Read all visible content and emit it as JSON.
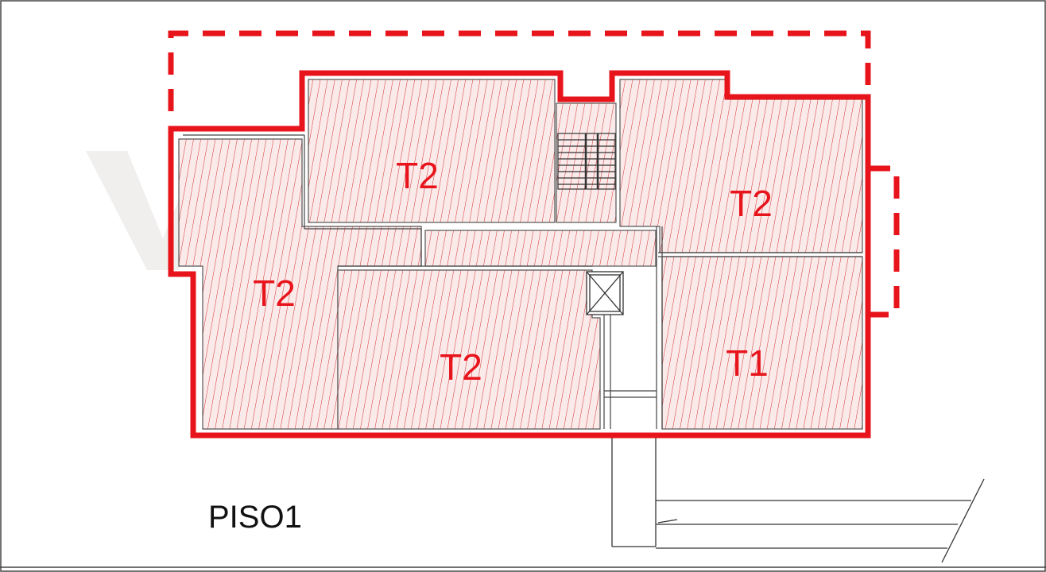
{
  "floor_label": "PISO1",
  "units": [
    {
      "id": "top-left",
      "label": "T2"
    },
    {
      "id": "top-right",
      "label": "T2"
    },
    {
      "id": "left",
      "label": "T2"
    },
    {
      "id": "center",
      "label": "T2"
    },
    {
      "id": "right",
      "label": "T1"
    }
  ],
  "colors": {
    "outline": "#e8141c",
    "hatch": "#d23030",
    "hatch_fill": "#fbeaea",
    "label": "#e8141c",
    "linework": "#444444",
    "watermark": "#f1eeee"
  }
}
